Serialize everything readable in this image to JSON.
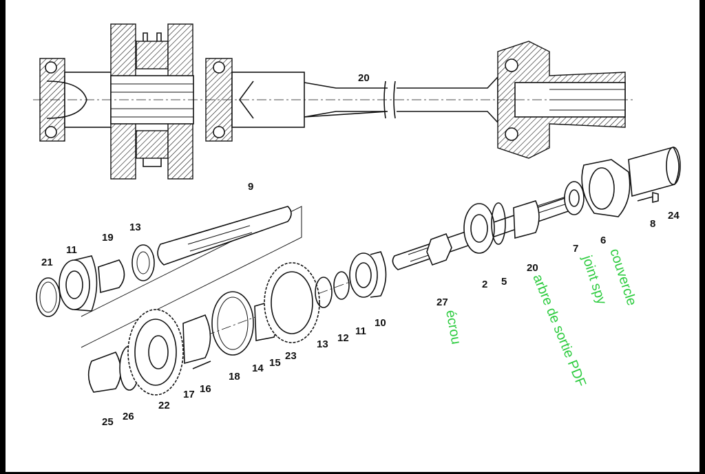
{
  "labels": {
    "n20_top": "20",
    "n9": "9",
    "n21": "21",
    "n11_a": "11",
    "n19": "19",
    "n13_a": "13",
    "n22": "22",
    "n25": "25",
    "n26": "26",
    "n17": "17",
    "n16": "16",
    "n18": "18",
    "n14": "14",
    "n15": "15",
    "n23": "23",
    "n13_b": "13",
    "n12": "12",
    "n11_b": "11",
    "n10": "10",
    "n27": "27",
    "n2": "2",
    "n5": "5",
    "n20_mid": "20",
    "n7": "7",
    "n6": "6",
    "n8": "8",
    "n24": "24"
  },
  "annotations": {
    "ecrou": "écrou",
    "arbre": "arbre de sortie PDF",
    "joint": "joint spy",
    "couvercle": "couvercle"
  },
  "colors": {
    "annotation": "#2ecc40",
    "ink": "#111111",
    "background": "#ffffff",
    "frame": "#000000"
  }
}
